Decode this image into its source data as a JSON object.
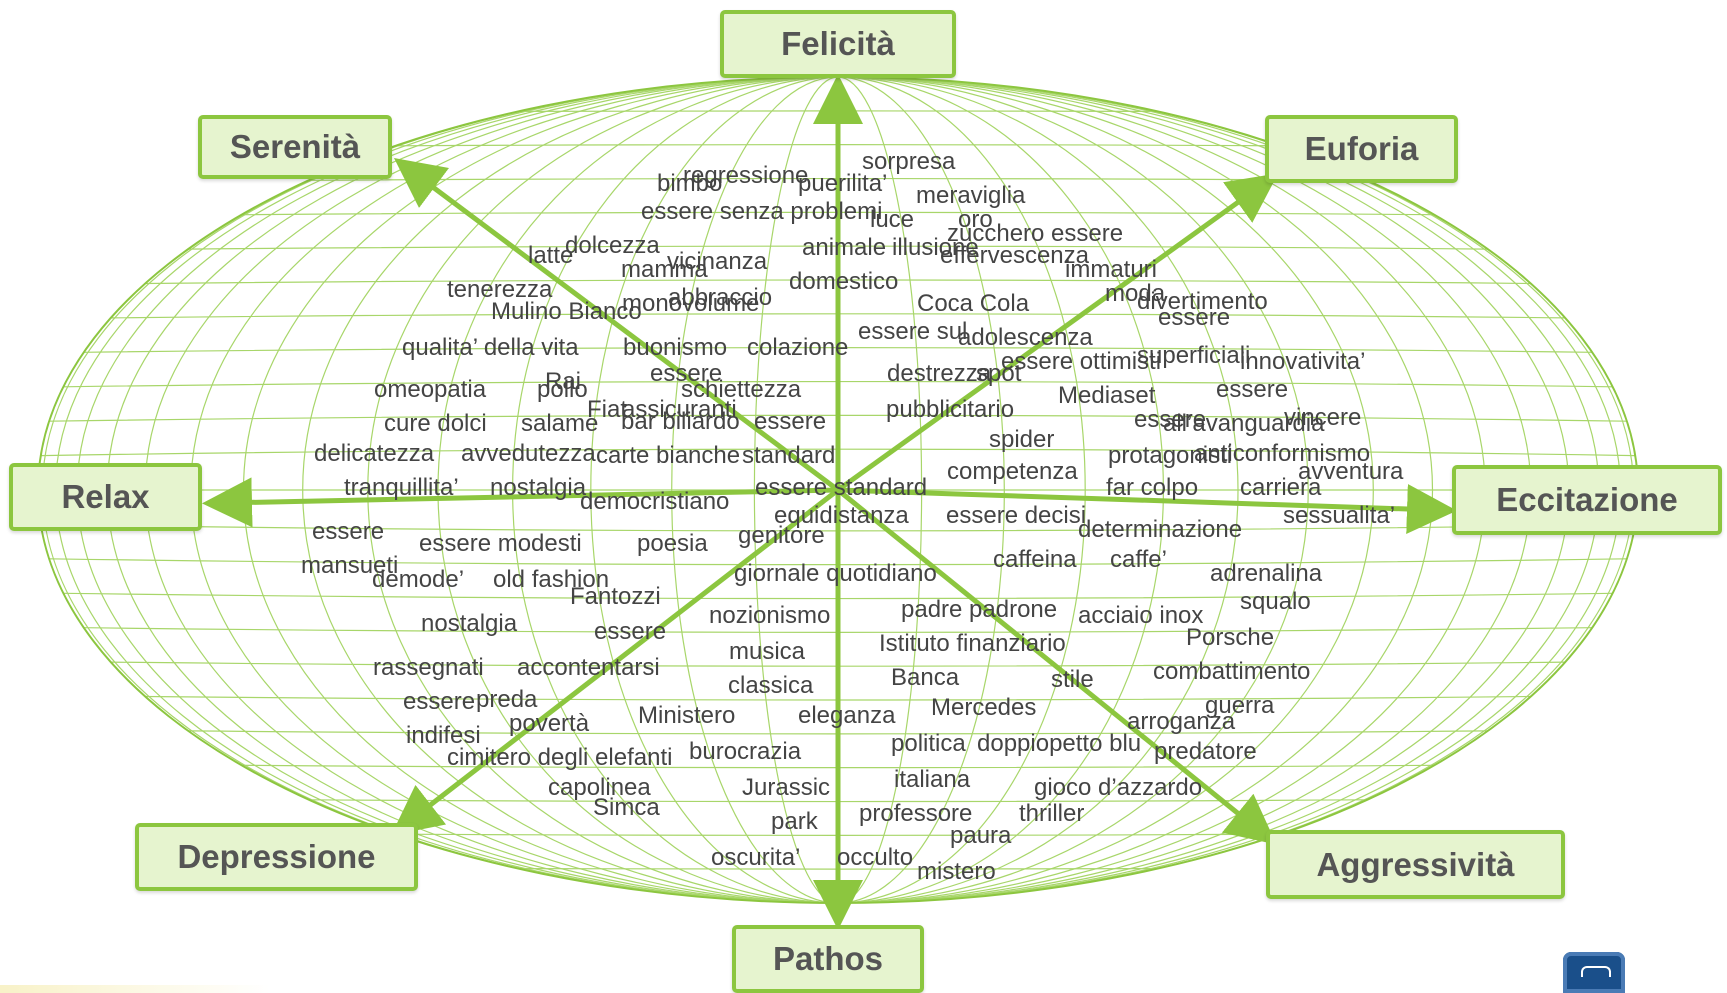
{
  "axes": {
    "top": "Felicità",
    "top_left": "Serenità",
    "top_right": "Euforia",
    "left": "Relax",
    "right": "Eccitazione",
    "bottom_left": "Depressione",
    "bottom_right": "Aggressività",
    "bottom": "Pathos"
  },
  "colors": {
    "grid": "#8cc63f",
    "arrow": "#8cc63f",
    "box_fill": "#e6f4cf",
    "text": "#444444"
  },
  "words": [
    "regressione",
    "bimbo",
    "puerilita’",
    "sorpresa",
    "meraviglia",
    "essere senza problemi",
    "luce",
    "oro",
    "zucchero essere",
    "dolcezza",
    "latte",
    "vicinanza",
    "mamma",
    "animale",
    "illusione",
    "effervescenza",
    "immaturi",
    "tenerezza",
    "abbraccio",
    "domestico",
    "monovolume",
    "Coca Cola",
    "moda",
    "divertimento",
    "Mulino Bianco",
    "essere",
    "essere sul",
    "adolescenza",
    "qualita’ della vita",
    "buonismo",
    "colazione",
    "essere ottimisti",
    "superficiali",
    "innovativita’",
    "essere",
    "omeopatia",
    "pollo",
    "Rai",
    "schiettezza",
    "destrezza",
    "spot",
    "essere",
    "Mediaset",
    "Fiat",
    "assicuranti",
    "cure dolci",
    "salame",
    "bar biliardo",
    "essere",
    "pubblicitario",
    "essere",
    "all’avanguardia",
    "vincere",
    "spider",
    "delicatezza",
    "avvedutezza",
    "carte bianche",
    "standard",
    "protagonisti",
    "anticonformismo",
    "competenza",
    "avventura",
    "tranquillita’",
    "nostalgia",
    "essere standard",
    "far colpo",
    "carriera",
    "democristiano",
    "equidistanza",
    "essere decisi",
    "sessualita’",
    "essere",
    "essere modesti",
    "poesia",
    "genitore",
    "determinazione",
    "mansueti",
    "demode’",
    "old fashion",
    "giornale quotidiano",
    "caffeina",
    "caffe’",
    "adrenalina",
    "Fantozzi",
    "padre padrone",
    "acciaio inox",
    "squalo",
    "nostalgia",
    "nozionismo",
    "essere",
    "Istituto finanziario",
    "Porsche",
    "musica",
    "rassegnati",
    "accontentarsi",
    "classica",
    "Banca",
    "stile",
    "combattimento",
    "essere",
    "preda",
    "Mercedes",
    "guerra",
    "indifesi",
    "povertà",
    "Ministero",
    "eleganza",
    "arroganza",
    "politica",
    "doppiopetto blu",
    "predatore",
    "cimitero degli elefanti",
    "burocrazia",
    "capolinea",
    "Jurassic",
    "italiana",
    "gioco d’azzardo",
    "Simca",
    "park",
    "professore",
    "thriller",
    "paura",
    "oscurita’",
    "occulto",
    "mistero"
  ]
}
